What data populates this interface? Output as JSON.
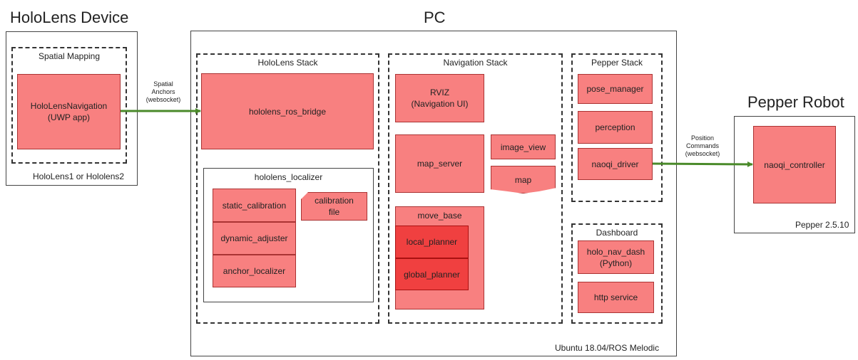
{
  "hololens_device": {
    "title": "HoloLens Device",
    "spatial_mapping": "Spatial Mapping",
    "app_line1": "HoloLensNavigation",
    "app_line2": "(UWP app)",
    "footer": "HoloLens1 or Hololens2"
  },
  "pc": {
    "title": "PC",
    "footer": "Ubuntu 18.04/ROS Melodic",
    "hololens_stack": {
      "title": "HoloLens Stack",
      "bridge": "hololens_ros_bridge",
      "localizer": {
        "title": "hololens_localizer",
        "static_calibration": "static_calibration",
        "dynamic_adjuster": "dynamic_adjuster",
        "anchor_localizer": "anchor_localizer",
        "calibration_file_line1": "calibration",
        "calibration_file_line2": "file"
      }
    },
    "navigation_stack": {
      "title": "Navigation Stack",
      "rviz_line1": "RVIZ",
      "rviz_line2": "(Navigation UI)",
      "map_server": "map_server",
      "image_view": "image_view",
      "map": "map",
      "move_base": "move_base",
      "local_planner": "local_planner",
      "global_planner": "global_planner"
    },
    "pepper_stack": {
      "title": "Pepper Stack",
      "pose_manager": "pose_manager",
      "perception": "perception",
      "naoqi_driver": "naoqi_driver"
    },
    "dashboard": {
      "title": "Dashboard",
      "holo_nav_dash_line1": "holo_nav_dash",
      "holo_nav_dash_line2": "(Python)",
      "http_service": "http service"
    }
  },
  "pepper_robot": {
    "title": "Pepper Robot",
    "controller": "naoqi_controller",
    "footer": "Pepper 2.5.10"
  },
  "arrows": {
    "left": {
      "line1": "Spatial",
      "line2": "Anchors",
      "line3": "(websocket)"
    },
    "right": {
      "line1": "Position",
      "line2": "Commands",
      "line3": "(websocket)"
    }
  },
  "colors": {
    "node_fill": "#f88080",
    "node_dark_fill": "#f04040",
    "arrow": "#4a8a2a"
  }
}
